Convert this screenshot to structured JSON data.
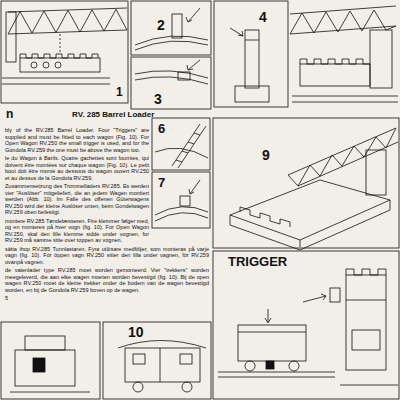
{
  "diagram": {
    "title": "RV. 285 Barrel Loader",
    "labels": [
      "1",
      "2",
      "3",
      "4",
      "n",
      "bly of the RV.285 Barrel Loader. Four \"Triggers\" are supplied and must be fitted to each wagon (Fig. 10). For Open Wagon RV.250 the small trigger is used, and for the Gondola RV.259 the one must be above the wagon too.",
      "le du Wagon à Barils. Quatre gachettes sont fournies, qui doivent être montées sur chaque wagon (Fig. 10). Le petit bout doit être monté au dessous du wagon ouvert RV.250 et au dessus de la Gondola RV.259.",
      "Zusammensetzung des Trommelladers RV.285. Es werden vier \"Auslöser\" mitgeliefert, die an jedem Wagen montiert werden (Abb. 10). Im Falle des offenen Güterwagens RV.250 wird der kleine Auslöser unten, beim Gondelwagen RV.259 oben befestigt.",
      "montere RV.285 Tøndelæsseren. Fire klemmer følger med, og en monteres på hver vogn (fig. 10). For Open Wagon RV.250, skal den lille klemme sidde under vognen, for RV.259 må samme sitte over toppen av vognen.",
      "sätta ihop RV.285 Tunnlastaren. Fyra utlösare medföljer, som monteras på varje vagn (fig. 10). För öppen vagn RV.250 sitter den lilla under vagnen, för RV.259 ovanpå vagnen.",
      "de vatenlader type RV.285 moet worden gemonteerd. Vier \"trekkers\" worden meegeleverd, die aan elke wagen moeten worden bevestigd (fig. 10). Bij de open wagen RV.250 moet de kleine trekker onder de bodem van de wagen bevestigd worden, en bij de Gondola RV.259 boven op de wagen.",
      "5",
      "6",
      "7",
      "9",
      "10",
      "TRIGGER"
    ]
  }
}
